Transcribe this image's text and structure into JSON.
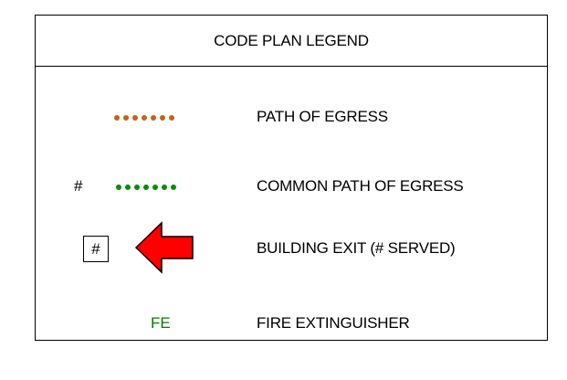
{
  "legend": {
    "title": "CODE PLAN LEGEND",
    "rows": [
      {
        "label": "PATH OF EGRESS",
        "symbol": "dotted-line",
        "color": "#c0651a"
      },
      {
        "label": "COMMON PATH OF EGRESS",
        "symbol": "dotted-line",
        "marker": "#",
        "color": "#0a8a0a"
      },
      {
        "label": "BUILDING EXIT (# SERVED)",
        "symbol": "left-arrow-icon",
        "marker": "#",
        "color": "#ff0000"
      },
      {
        "label": "FIRE EXTINGUISHER",
        "symbol": "text",
        "marker": "FE",
        "color": "#008000"
      }
    ]
  }
}
